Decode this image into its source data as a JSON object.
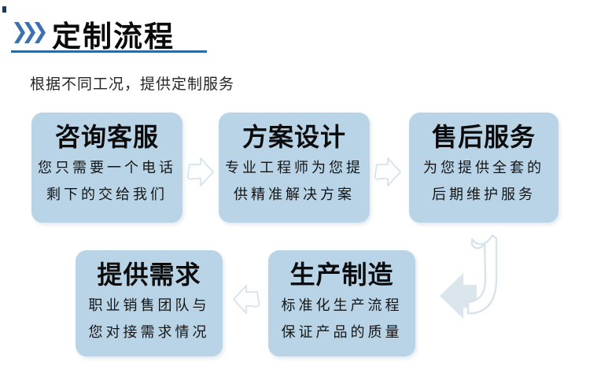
{
  "header": {
    "title": "定制流程",
    "subtitle": "根据不同工况，提供定制服务"
  },
  "colors": {
    "accent_blue": "#3c70ae",
    "underline_blue": "#2c69a5",
    "card_fill": "#b9d4e6",
    "arrow_outline": "#d7e3ec",
    "arrow_solid": "#dbe5ec",
    "corner_mark": "#1c3a5f"
  },
  "icons": {
    "header_chevrons": "chevron-right-icon",
    "flow_right": "arrow-right-icon",
    "flow_left": "arrow-left-icon",
    "flow_down_left": "arrow-down-left-icon"
  },
  "steps": [
    {
      "title": "咨询客服",
      "lines": [
        "您只需要一个电话",
        "剩下的交给我们"
      ]
    },
    {
      "title": "方案设计",
      "lines": [
        "专业工程师为您提",
        "供精准解决方案"
      ]
    },
    {
      "title": "售后服务",
      "lines": [
        "为您提供全套的",
        "后期维护服务"
      ]
    },
    {
      "title": "提供需求",
      "lines": [
        "职业销售团队与",
        "您对接需求情况"
      ]
    },
    {
      "title": "生产制造",
      "lines": [
        "标准化生产流程",
        "保证产品的质量"
      ]
    }
  ]
}
